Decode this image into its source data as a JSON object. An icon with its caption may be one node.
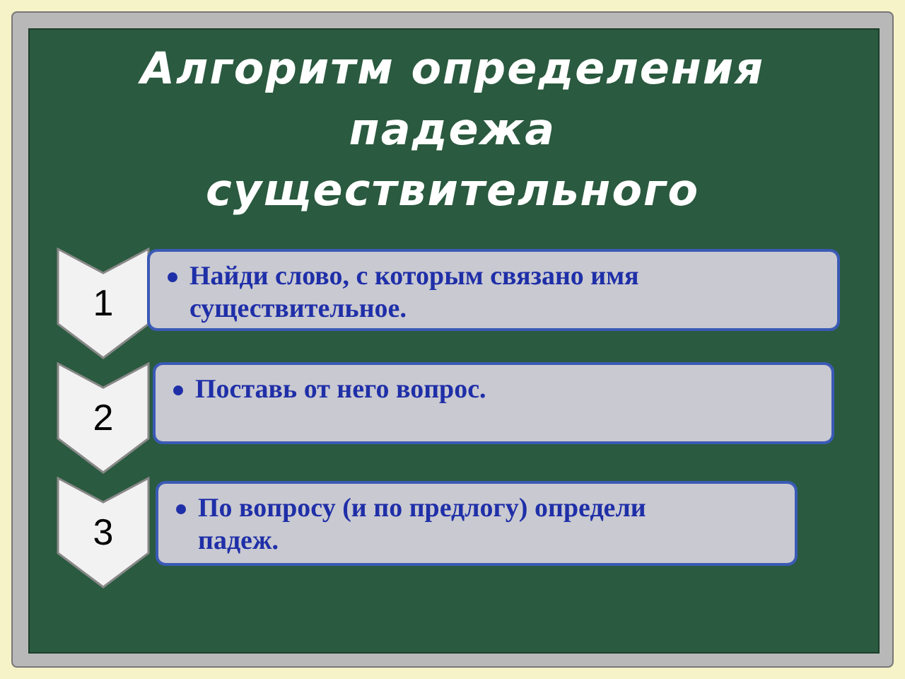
{
  "diagram": {
    "title": "Алгоритм определения падежа существительного",
    "nodes": [
      {
        "text": [
          "1"
        ]
      },
      {
        "text": [
          "Найди слово, с которым связано имя существительное."
        ]
      },
      {
        "text": [
          "2"
        ]
      },
      {
        "text": [
          "Поставь от него вопрос."
        ]
      },
      {
        "text": [
          "3"
        ]
      },
      {
        "text": [
          "По вопросу (и по предлогу) определи падеж."
        ]
      }
    ],
    "edges": []
  }
}
